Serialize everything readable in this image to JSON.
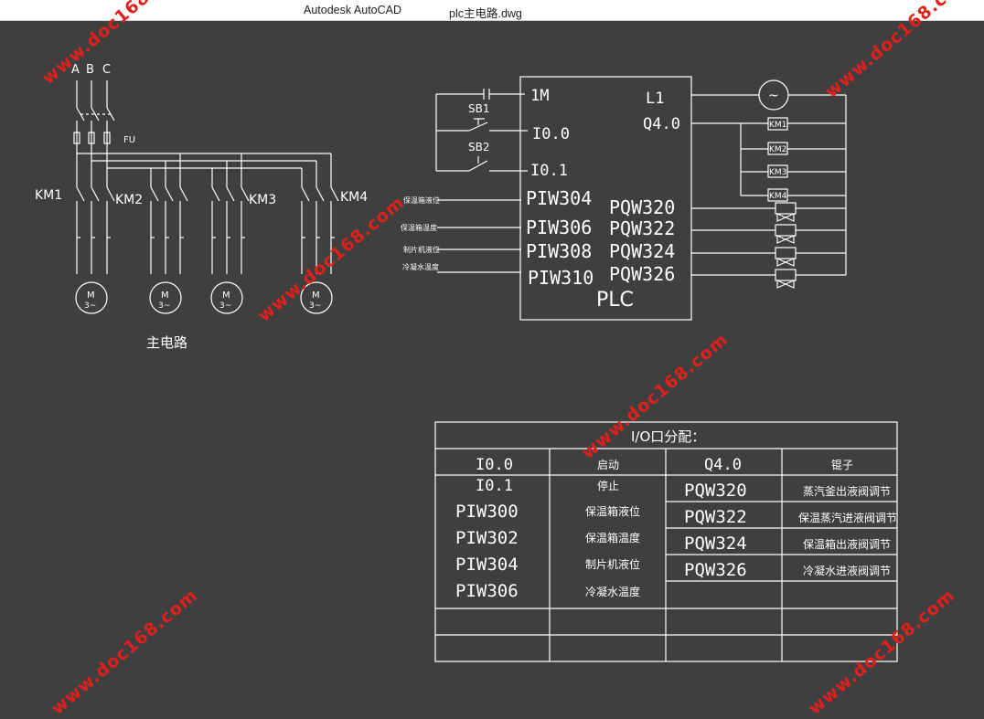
{
  "window": {
    "app_title": "Autodesk AutoCAD",
    "document_title": "plc主电路.dwg"
  },
  "colors": {
    "canvas": "#3f3f3f",
    "line": "#ffffff",
    "watermark": "#e0201c"
  },
  "main_circuit": {
    "phases": [
      "A",
      "B",
      "C"
    ],
    "fuse_label": "FU",
    "contactors": [
      "KM1",
      "KM2",
      "KM3",
      "KM4"
    ],
    "motor_label": "M",
    "motor_sub": "3~",
    "caption": "主电路"
  },
  "plc": {
    "name": "PLC",
    "left_terminals": [
      "1M",
      "I0.0",
      "I0.1",
      "PIW304",
      "PIW306",
      "PIW308",
      "PIW310"
    ],
    "right_terminals": [
      "L1",
      "Q4.0",
      "PQW320",
      "PQW322",
      "PQW324",
      "PQW326"
    ],
    "switches": [
      "SB1",
      "SB2"
    ],
    "sensor_labels": [
      "保温箱液位",
      "保温箱温度",
      "制片机液位",
      "冷凝水温度"
    ],
    "power_symbol": "~",
    "coil_labels": [
      "KM1",
      "KM2",
      "KM3",
      "KM4"
    ]
  },
  "io_table": {
    "title": "I/O口分配：",
    "rows": [
      [
        "I0.0",
        "启动",
        "Q4.0",
        "锟子"
      ],
      [
        "I0.1",
        "停止",
        "PQW320",
        "蒸汽釜出液阀调节"
      ],
      [
        "PIW300",
        "保温箱液位",
        "PQW322",
        "保温蒸汽进液阀调节"
      ],
      [
        "PIW302",
        "保温箱温度",
        "PQW324",
        "保温箱出液阀调节"
      ],
      [
        "PIW304",
        "制片机液位",
        "PQW326",
        "冷凝水进液阀调节"
      ],
      [
        "PIW306",
        "冷凝水温度",
        "",
        ""
      ],
      [
        "",
        "",
        "",
        ""
      ],
      [
        "",
        "",
        "",
        ""
      ]
    ]
  },
  "watermark": {
    "text": "www.doc168.com"
  }
}
